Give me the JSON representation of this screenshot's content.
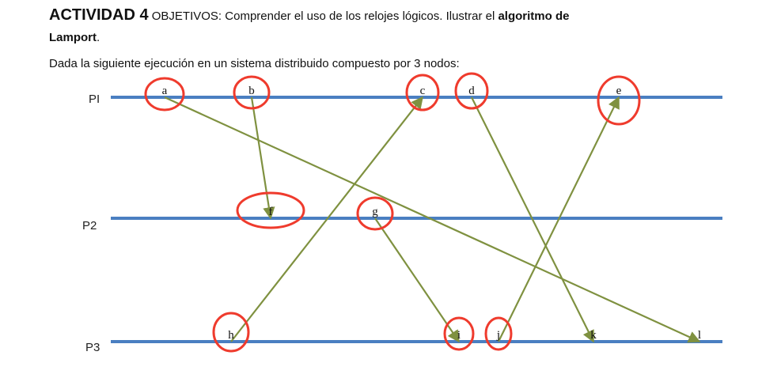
{
  "header": {
    "activity_label": "ACTIVIDAD 4",
    "objectives_prefix": "OBJETIVOS:",
    "objectives_text": "Comprender el uso de los relojes lógicos. Ilustrar el",
    "objectives_bold": "algoritmo de",
    "objectives_line2": "Lamport",
    "objectives_line2_suffix": ".",
    "subtitle": "Dada la siguiente ejecución en un sistema distribuido compuesto por 3 nodos:"
  },
  "diagram": {
    "processes": [
      {
        "id": "P1",
        "label": "PI"
      },
      {
        "id": "P2",
        "label": "P2"
      },
      {
        "id": "P3",
        "label": "P3"
      }
    ],
    "events": [
      {
        "id": "a",
        "label": "a",
        "process": "P1"
      },
      {
        "id": "b",
        "label": "b",
        "process": "P1"
      },
      {
        "id": "c",
        "label": "c",
        "process": "P1"
      },
      {
        "id": "d",
        "label": "d",
        "process": "P1"
      },
      {
        "id": "e",
        "label": "e",
        "process": "P1"
      },
      {
        "id": "f",
        "label": "f",
        "process": "P2"
      },
      {
        "id": "g",
        "label": "g",
        "process": "P2"
      },
      {
        "id": "h",
        "label": "h",
        "process": "P3"
      },
      {
        "id": "i",
        "label": "i",
        "process": "P3"
      },
      {
        "id": "j",
        "label": "j",
        "process": "P3"
      },
      {
        "id": "k",
        "label": "k",
        "process": "P3"
      },
      {
        "id": "l",
        "label": "l",
        "process": "P3"
      }
    ],
    "messages": [
      {
        "from": "a",
        "to": "l"
      },
      {
        "from": "b",
        "to": "f"
      },
      {
        "from": "h",
        "to": "c"
      },
      {
        "from": "d",
        "to": "k"
      },
      {
        "from": "g",
        "to": "i"
      },
      {
        "from": "j",
        "to": "e"
      }
    ],
    "colors": {
      "timeline": "#4a7fc1",
      "arrow": "#7f9140",
      "annotation": "#ef3b2d"
    }
  }
}
